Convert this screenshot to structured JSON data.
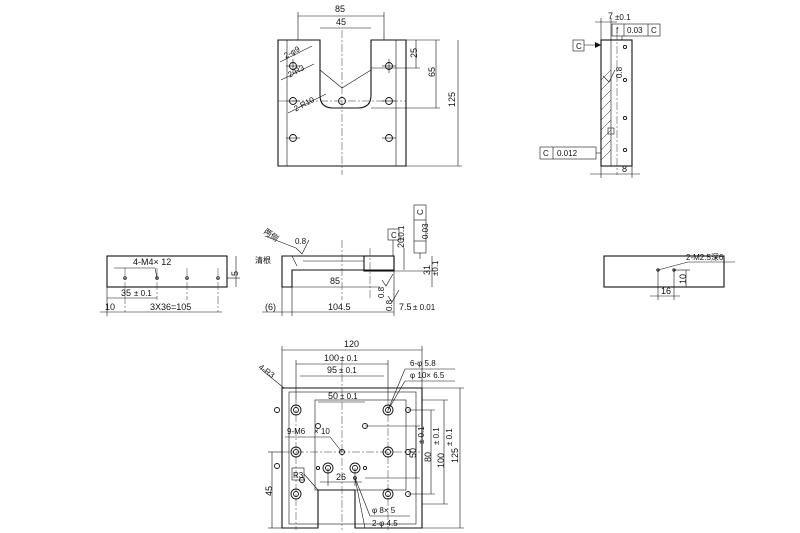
{
  "top_view": {
    "dim_85": "85",
    "dim_45": "45",
    "dim_25": "25",
    "dim_65": "65",
    "dim_125": "125",
    "note_2phi9": "2-φ9",
    "note_2r3": "2-R3",
    "note_2r10": "2-R10"
  },
  "side_view": {
    "dim_7": "7",
    "tol_7": "±0.1",
    "flat_sym": "f",
    "flat_val": "0.03",
    "flat_ref": "C",
    "datum_c": "C",
    "rough_08": "0.8",
    "perp_ref": "C",
    "perp_val": "0.012",
    "dim_8": "8"
  },
  "front_left": {
    "note_m4": "4-M4× 12",
    "dim_5": "5",
    "dim_35": "35",
    "tol_35": "± 0.1",
    "dim_10": "10",
    "dim_3x35": "3X36=105"
  },
  "front_center": {
    "rough_08_a": "0.8",
    "side_note": "两侧",
    "clean_root": "清根",
    "datum_c": "C",
    "dim_20": "20",
    "tol_20": "±0.1",
    "flat_val": "0.03",
    "flat_ref": "C",
    "dim_85": "85",
    "dim_31": "31",
    "tol_31": "±0.1",
    "dim_6": "(6)",
    "dim_104": "104.5",
    "rough_08_b": "0.8",
    "rough_08_c": "0.8",
    "dim_75": "7.5",
    "tol_75": "± 0.01"
  },
  "front_right": {
    "note_m25": "2-M2.5深6",
    "dim_10": "10",
    "dim_16": "16"
  },
  "bottom_view": {
    "dim_120": "120",
    "dim_100": "100",
    "tol_100": "± 0.1",
    "dim_95": "95",
    "tol_95": "± 0.1",
    "note_4r3": "4-R3",
    "note_6phi": "6-φ 5.8",
    "note_10phi": "φ 10× 6.5",
    "dim_50": "50",
    "tol_50": "± 0.1",
    "note_m6": "9-M6",
    "note_m6b": "× 10",
    "dim_50v": "50",
    "tol_50v": "± 0.1",
    "dim_80v": "80",
    "tol_80v": "± 0.1",
    "dim_100v": "100",
    "tol_100v": "± 0.1",
    "dim_125": "125",
    "note_r3": "R3",
    "dim_26": "26",
    "dim_45": "45",
    "note_8phi": "φ 8× 5",
    "note_2phi": "2-φ 4.5"
  }
}
